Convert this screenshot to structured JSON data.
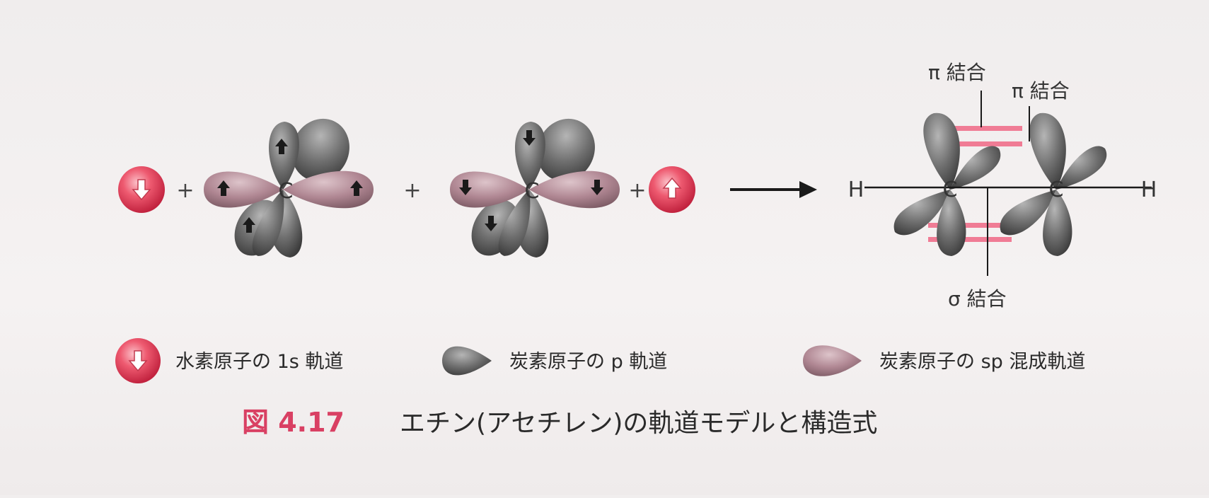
{
  "diagram": {
    "atoms": {
      "carbon_left": "C",
      "carbon_right": "C",
      "product_c1": "C",
      "product_c2": "C",
      "product_h1": "H",
      "product_h2": "H"
    },
    "operators": {
      "plus_1": "+",
      "plus_2": "+",
      "plus_3": "+"
    },
    "bond_labels": {
      "pi_1": "π 結合",
      "pi_2": "π 結合",
      "sigma": "σ 結合"
    }
  },
  "legend": [
    {
      "label": "水素原子の 1s 軌道",
      "icon": "hydrogen-1s-orbital-icon"
    },
    {
      "label": "炭素原子の p 軌道",
      "icon": "carbon-p-orbital-icon"
    },
    {
      "label": "炭素原子の sp 混成軌道",
      "icon": "carbon-sp-hybrid-orbital-icon"
    }
  ],
  "caption": {
    "number": "図 4.17",
    "title": "エチン(アセチレン)の軌道モデルと構造式"
  },
  "colors": {
    "hydrogen": "#e8465e",
    "p_orbital": "#6e6e6e",
    "sp_orbital": "#b48b95",
    "pi_bond": "#f07c95",
    "caption_accent": "#d94063"
  }
}
